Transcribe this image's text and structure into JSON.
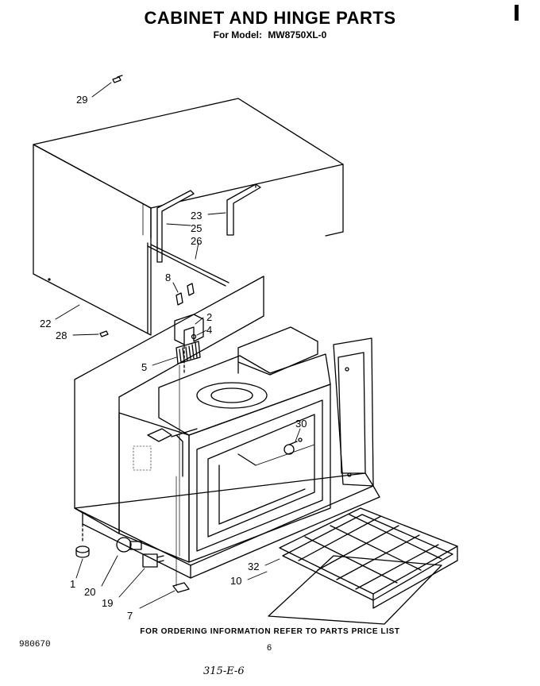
{
  "header": {
    "title": "CABINET AND HINGE PARTS",
    "model_prefix": "For Model:",
    "model": "MW8750XL-0"
  },
  "callouts": [
    "29",
    "23",
    "25",
    "26",
    "8",
    "2",
    "4",
    "5",
    "22",
    "28",
    "30",
    "32",
    "10",
    "1",
    "20",
    "19",
    "7"
  ],
  "footer": {
    "note": "FOR ORDERING INFORMATION REFER TO PARTS PRICE LIST",
    "doc_number": "980670",
    "page": "6",
    "handwritten": "315-E-6"
  }
}
